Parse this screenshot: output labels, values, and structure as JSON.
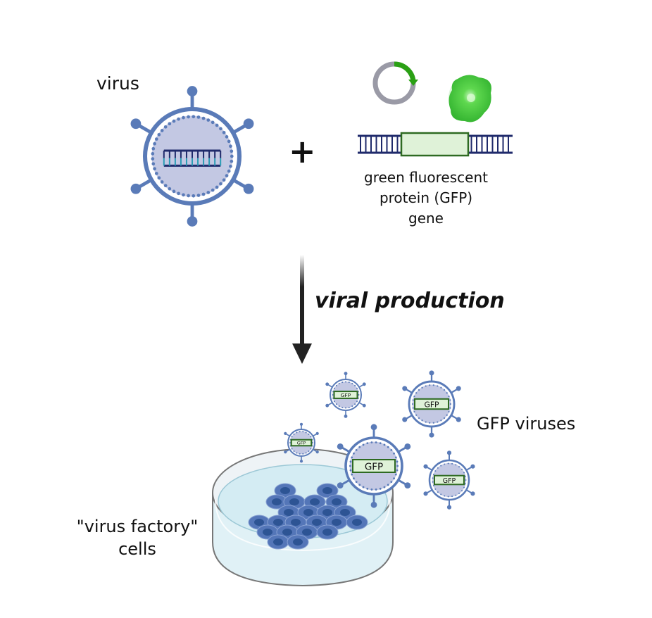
{
  "labels": {
    "virus": "virus",
    "plus": "+",
    "gene_line1": "green fluorescent",
    "gene_line2": "protein (GFP)",
    "gene_line3": "gene",
    "arrow": "viral production",
    "gfp_viruses": "GFP viruses",
    "factory_line1": "\"virus factory\"",
    "factory_line2": "cells",
    "gfp_tag": "GFP"
  },
  "colors": {
    "virus_outline": "#5a7bb8",
    "virus_fill": "#c3c8e3",
    "dna_dark": "#1f2a6b",
    "dna_teal": "#2a9db5",
    "gfp_box_fill": "#dff2d8",
    "gfp_box_border": "#2e6a22",
    "plasmid_gray": "#9a9aa6",
    "plasmid_green": "#2aa014",
    "protein_green": "#3ec43a",
    "dish_liquid": "#d4ecf3",
    "cell_fill": "#5476b8",
    "cell_nucleus": "#2d5494"
  }
}
